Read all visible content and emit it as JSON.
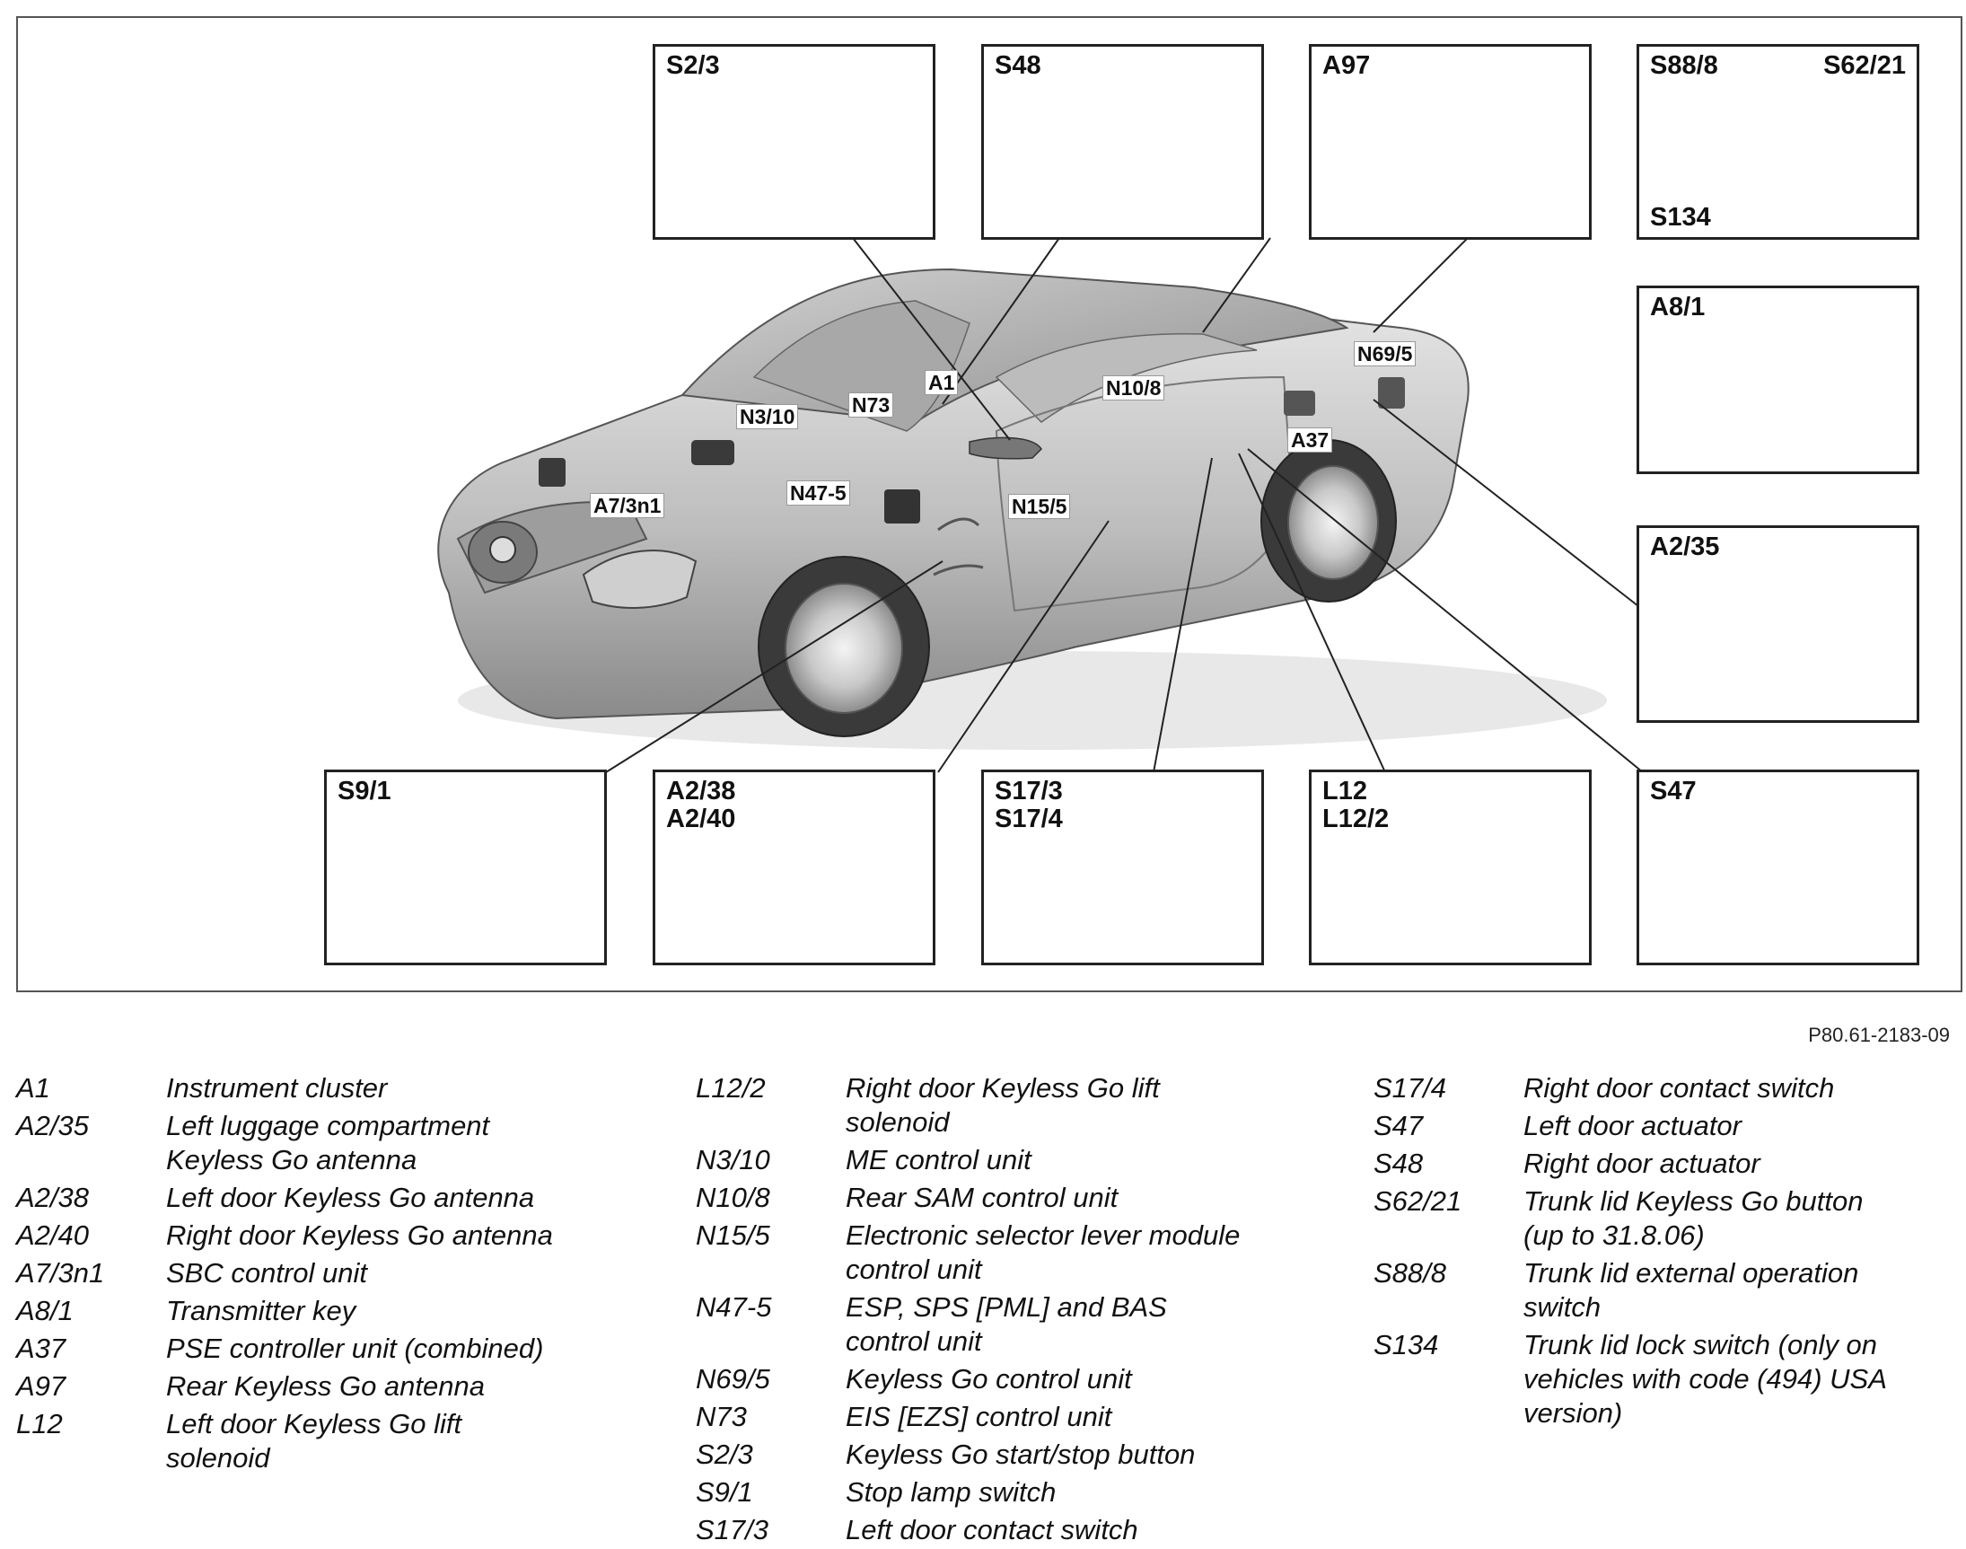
{
  "figure_ref": "P80.61-2183-09",
  "boxes": {
    "s2_3": "S2/3",
    "s48": "S48",
    "a97": "A97",
    "s88_8": "S88/8",
    "s62_21": "S62/21",
    "s134": "S134",
    "a8_1": "A8/1",
    "a2_35": "A2/35",
    "s9_1": "S9/1",
    "a2_38_a2_40": "A2/38\nA2/40",
    "s17_3_s17_4": "S17/3\nS17/4",
    "l12_l12_2": "L12\nL12/2",
    "s47": "S47"
  },
  "tags": {
    "n3_10": "N3/10",
    "n73": "N73",
    "a1": "A1",
    "n10_8": "N10/8",
    "n69_5": "N69/5",
    "a37": "A37",
    "a7_3n1": "A7/3n1",
    "n47_5": "N47-5",
    "n15_5": "N15/5"
  },
  "legend": [
    [
      {
        "code": "A1",
        "desc": "Instrument cluster"
      },
      {
        "code": "A2/35",
        "desc": "Left luggage compartment\nKeyless Go antenna"
      },
      {
        "code": "A2/38",
        "desc": "Left door Keyless Go antenna"
      },
      {
        "code": "A2/40",
        "desc": "Right door Keyless Go antenna"
      },
      {
        "code": "A7/3n1",
        "desc": "SBC control unit"
      },
      {
        "code": "A8/1",
        "desc": "Transmitter key"
      },
      {
        "code": "A37",
        "desc": "PSE controller unit (combined)"
      },
      {
        "code": "A97",
        "desc": "Rear Keyless Go antenna"
      },
      {
        "code": "L12",
        "desc": "Left door Keyless Go lift\nsolenoid"
      }
    ],
    [
      {
        "code": "L12/2",
        "desc": "Right door Keyless Go lift\nsolenoid"
      },
      {
        "code": "N3/10",
        "desc": "ME control unit"
      },
      {
        "code": "N10/8",
        "desc": "Rear SAM control unit"
      },
      {
        "code": "N15/5",
        "desc": "Electronic selector lever module\ncontrol unit"
      },
      {
        "code": "N47-5",
        "desc": "ESP, SPS [PML] and BAS\ncontrol unit"
      },
      {
        "code": "N69/5",
        "desc": "Keyless Go control unit"
      },
      {
        "code": "N73",
        "desc": "EIS [EZS] control unit"
      },
      {
        "code": "S2/3",
        "desc": "Keyless Go start/stop button"
      },
      {
        "code": "S9/1",
        "desc": "Stop lamp switch"
      },
      {
        "code": "S17/3",
        "desc": "Left door contact switch"
      }
    ],
    [
      {
        "code": "S17/4",
        "desc": "Right door contact switch"
      },
      {
        "code": "S47",
        "desc": "Left door actuator"
      },
      {
        "code": "S48",
        "desc": "Right door actuator"
      },
      {
        "code": "S62/21",
        "desc": "Trunk lid Keyless Go button\n(up to 31.8.06)"
      },
      {
        "code": "S88/8",
        "desc": "Trunk lid external operation\nswitch"
      },
      {
        "code": "S134",
        "desc": "Trunk lid lock switch (only on\nvehicles with code (494) USA\nversion)"
      }
    ]
  ]
}
